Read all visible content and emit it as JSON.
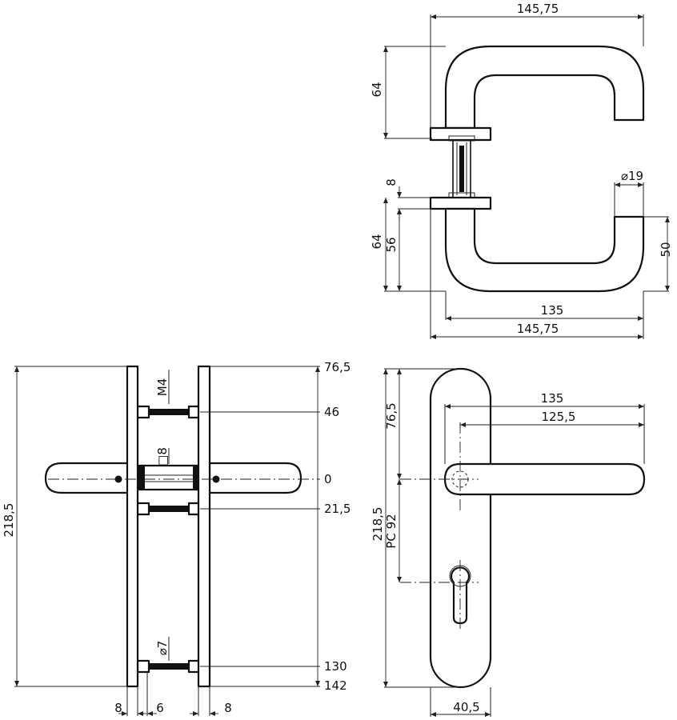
{
  "top_view": {
    "overall_width": "145,75",
    "handle_height_top": "64",
    "rose_thickness": "8",
    "bar_diameter": "⌀19",
    "handle_height_bottom": "64",
    "inner_height": "56",
    "grip_height": "50",
    "projection": "135",
    "overall_width_bottom": "145,75"
  },
  "side_view": {
    "total_length": "218,5",
    "thread": "M4",
    "square_spindle": "□8",
    "bolt_diameter": "⌀7",
    "plate_thickness_left": "8",
    "gap": "6",
    "plate_thickness_right": "8",
    "levels": [
      "76,5",
      "46",
      "0",
      "21,5",
      "130",
      "142"
    ]
  },
  "front_view": {
    "top_offset": "76,5",
    "lever_length": "135",
    "lever_inner": "125,5",
    "plate_length": "218,5",
    "pc": "PC 92",
    "plate_width": "40,5"
  }
}
